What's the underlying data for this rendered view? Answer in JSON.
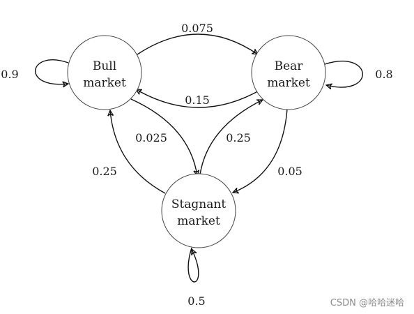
{
  "nodes": {
    "bull": {
      "line1": "Bull",
      "line2": "market"
    },
    "bear": {
      "line1": "Bear",
      "line2": "market"
    },
    "stagnant": {
      "line1": "Stagnant",
      "line2": "market"
    }
  },
  "edges": {
    "bull_to_bull": "0.9",
    "bull_to_bear": "0.075",
    "bear_to_bull": "0.15",
    "bear_to_bear": "0.8",
    "bull_to_stagnant": "0.025",
    "bear_to_stagnant": "0.05",
    "stagnant_to_bull": "0.25",
    "stagnant_to_bear": "0.25",
    "stagnant_to_stagnant": "0.5"
  },
  "watermark": "CSDN @哈哈迷哈"
}
